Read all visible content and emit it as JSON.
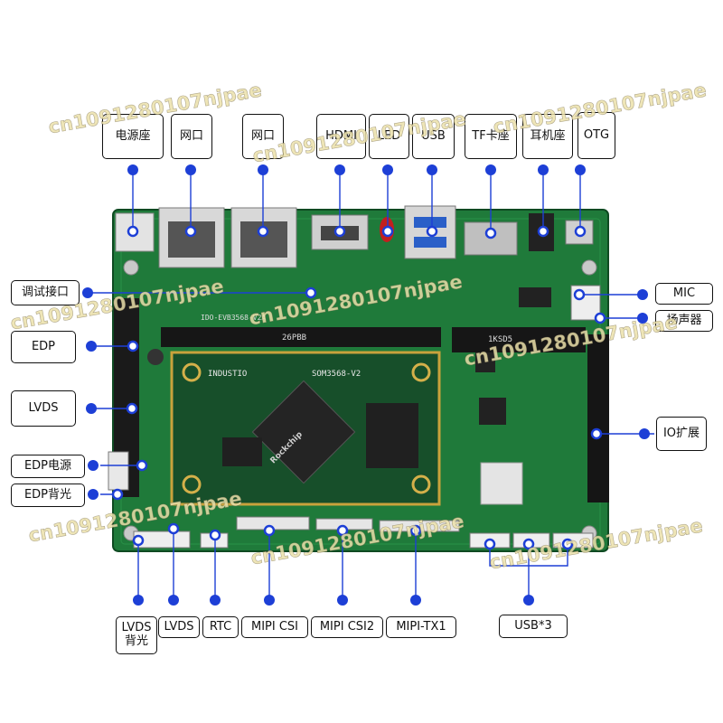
{
  "callouts": {
    "top": [
      {
        "id": "power-jack",
        "text": "电源座"
      },
      {
        "id": "ethernet-1",
        "text": "网口"
      },
      {
        "id": "ethernet-2",
        "text": "网口"
      },
      {
        "id": "hdmi",
        "text": "HDMI"
      },
      {
        "id": "led",
        "text": "LED"
      },
      {
        "id": "usb",
        "text": "USB"
      },
      {
        "id": "tf-card",
        "text": "TF卡座"
      },
      {
        "id": "headphone",
        "text": "耳机座"
      },
      {
        "id": "otg",
        "text": "OTG"
      }
    ],
    "left": [
      {
        "id": "debug",
        "text": "调试接口"
      },
      {
        "id": "edp",
        "text": "EDP"
      },
      {
        "id": "lvds",
        "text": "LVDS"
      },
      {
        "id": "edp-power",
        "text": "EDP电源"
      },
      {
        "id": "edp-backlight",
        "text": "EDP背光"
      }
    ],
    "right": [
      {
        "id": "mic",
        "text": "MIC"
      },
      {
        "id": "speaker",
        "text": "扬声器"
      },
      {
        "id": "io-expansion",
        "text": "IO扩展"
      }
    ],
    "bottom": [
      {
        "id": "lvds-backlight",
        "text": "LVDS\n背光"
      },
      {
        "id": "lvds-bottom",
        "text": "LVDS"
      },
      {
        "id": "rtc",
        "text": "RTC"
      },
      {
        "id": "mipi-csi",
        "text": "MIPI CSI"
      },
      {
        "id": "mipi-csi2",
        "text": "MIPI CSI2"
      },
      {
        "id": "mipi-tx1",
        "text": "MIPI-TX1"
      },
      {
        "id": "usb-x3",
        "text": "USB*3"
      }
    ]
  },
  "board": {
    "silkscreen_board": "IDO-EVB3568-V2A",
    "silkscreen_som": "SOM3568-V2",
    "silkscreen_brand": "INDUSTIO",
    "silkscreen_chip": "Rockchip",
    "silkscreen_slot": "26PBB",
    "silkscreen_slot2": "1KSD5"
  },
  "watermark": "cn1091280107njpae",
  "colors": {
    "pcb": "#1f7a3a",
    "pcb_dark": "#15592a",
    "marker": "#1d3fd6",
    "leader": "#1d3fd6",
    "label_border": "#111111"
  }
}
